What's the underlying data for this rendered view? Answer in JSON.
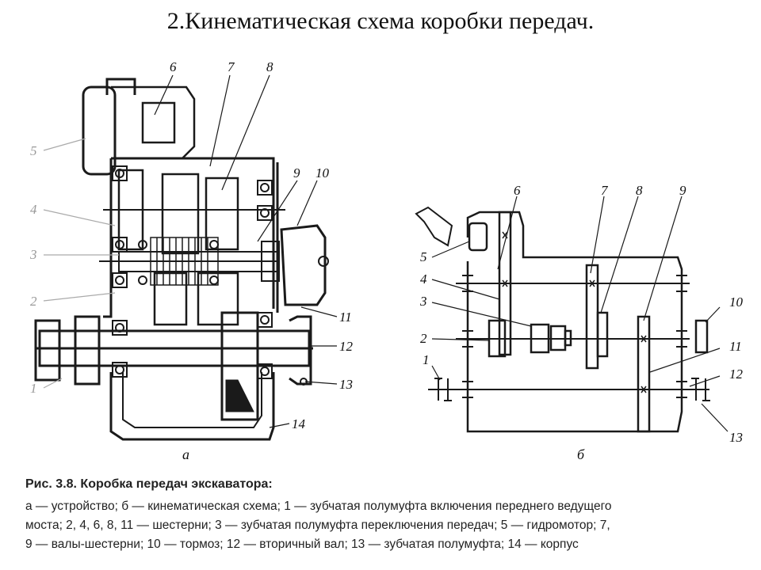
{
  "title": "2.Кинематическая схема коробки передач.",
  "figure_a": {
    "sublabel": "а",
    "callouts": [
      "6",
      "7",
      "8",
      "9",
      "10",
      "11",
      "12",
      "13",
      "14"
    ],
    "faded_callouts": [
      "5",
      "4",
      "3",
      "2",
      "1"
    ]
  },
  "figure_b": {
    "sublabel": "б",
    "callouts": [
      "1",
      "2",
      "3",
      "4",
      "5",
      "6",
      "7",
      "8",
      "9",
      "10",
      "11",
      "12",
      "13"
    ]
  },
  "caption": {
    "heading": "Рис. 3.8. Коробка передач экскаватора:",
    "lines": [
      "а — устройство; б — кинематическая схема; 1 — зубчатая полумуфта включения переднего ведущего",
      "моста; 2, 4, 6, 8, 11 — шестерни; 3 — зубчатая полумуфта переключения передач; 5 — гидромотор; 7,",
      "9 — валы-шестерни; 10 — тормоз; 12 — вторичный вал; 13 — зубчатая полумуфта; 14 — корпус"
    ]
  }
}
